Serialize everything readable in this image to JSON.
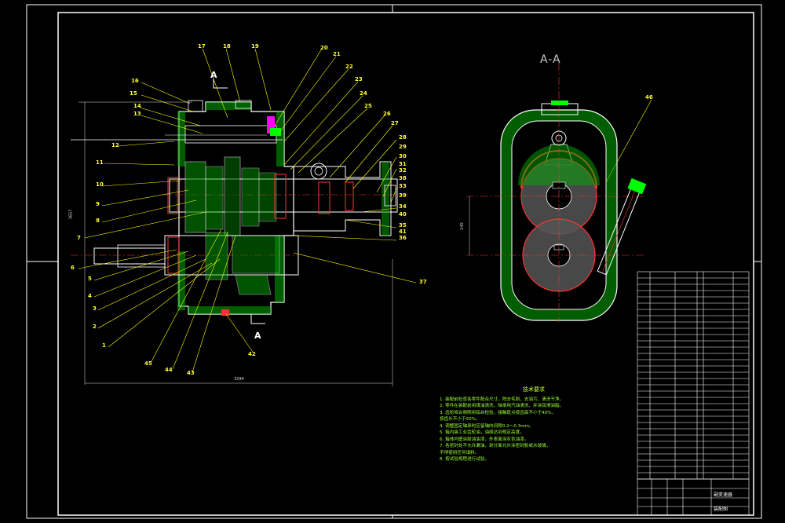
{
  "section_view": {
    "label": "A-A"
  },
  "section_markers": {
    "top": "A",
    "bottom": "A"
  },
  "dimensions": {
    "width": "3294",
    "height": "3657",
    "center": "145"
  },
  "left_labels": [
    "16",
    "15",
    "14",
    "13",
    "12",
    "11",
    "10",
    "9",
    "8",
    "7",
    "6",
    "5",
    "4",
    "3",
    "2",
    "1"
  ],
  "bottom_labels": [
    "45",
    "44",
    "43",
    "42"
  ],
  "top_labels": [
    "17",
    "18",
    "19",
    "20",
    "21",
    "22",
    "23",
    "24",
    "25",
    "26",
    "27",
    "28",
    "29",
    "30",
    "31",
    "32",
    "33",
    "34",
    "35",
    "36",
    "37",
    "38",
    "39",
    "40",
    "41"
  ],
  "right_label": "46",
  "tech_requirements": {
    "title": "技术要求",
    "lines": [
      "1. 装配前检查各零件配合尺寸，除去毛刺，去油污，清洗干净。",
      "2. 零件在装配前用煤油清洗，轴承用汽油清洗，并涂润滑油脂。",
      "3. 齿轮啮合侧隙用铅丝检验，接触斑点按齿高不小于40%，",
      "   按齿长不小于50%。",
      "4. 调整固定轴承时应留轴向间隙0.2～0.3mm。",
      "5. 箱内装工业齿轮油，油面达到规定高度。",
      "6. 箱体内壁涂耐油油漆，外表面涂灰色油漆。",
      "7. 各密封处不允许漏油，剖分面允许涂密封胶或水玻璃，",
      "   不得使用任何填料。",
      "8. 按试验规程进行试验。"
    ]
  },
  "title_block": {
    "drawing_name": "副变速器",
    "subtitle": "装配图"
  },
  "colors": {
    "background": "#000000",
    "frame": "#ffffff",
    "part_outline": "#ffffff",
    "hatch": "#00ff00",
    "leader": "#ffff00",
    "centerline": "#ff3333",
    "accent": "#ff00ff"
  }
}
